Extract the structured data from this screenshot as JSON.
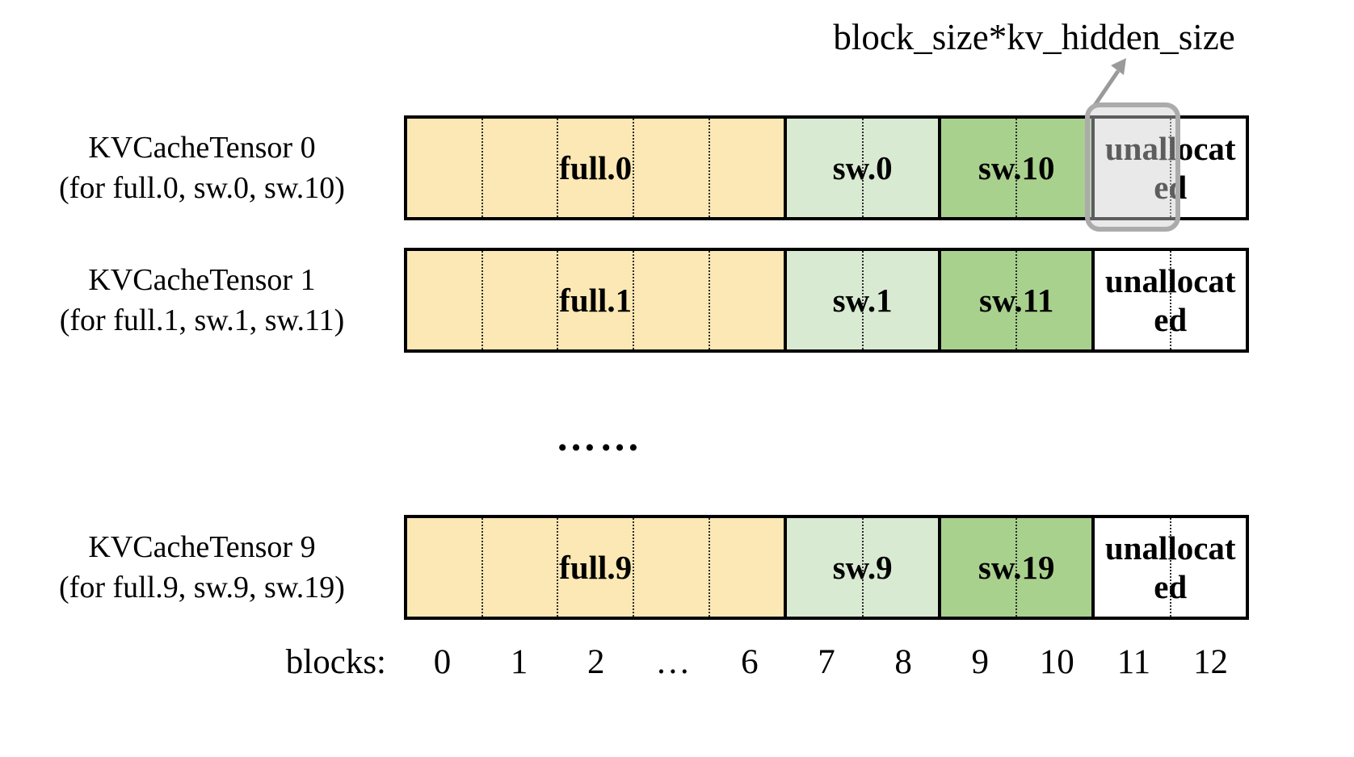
{
  "annotation": {
    "label": "block_size*kv_hidden_size"
  },
  "rows": [
    {
      "title_line1": "KVCacheTensor 0",
      "title_line2": "(for full.0, sw.0, sw.10)",
      "segments": [
        {
          "label": "full.0"
        },
        {
          "label": "sw.0"
        },
        {
          "label": "sw.10"
        },
        {
          "label": "unallocated"
        }
      ]
    },
    {
      "title_line1": "KVCacheTensor 1",
      "title_line2": "(for full.1, sw.1, sw.11)",
      "segments": [
        {
          "label": "full.1"
        },
        {
          "label": "sw.1"
        },
        {
          "label": "sw.11"
        },
        {
          "label": "unallocated"
        }
      ]
    },
    {
      "title_line1": "KVCacheTensor 9",
      "title_line2": "(for full.9, sw.9, sw.19)",
      "segments": [
        {
          "label": "full.9"
        },
        {
          "label": "sw.9"
        },
        {
          "label": "sw.19"
        },
        {
          "label": "unallocated"
        }
      ]
    }
  ],
  "ellipsis": "……",
  "axis": {
    "label": "blocks:",
    "ticks": [
      "0",
      "1",
      "2",
      "…",
      "6",
      "7",
      "8",
      "9",
      "10",
      "11",
      "12"
    ]
  },
  "colors": {
    "full_block": "#FCE8B4",
    "sw_light_block": "#D9EAD3",
    "sw_dark_block": "#A9D18E",
    "unallocated_block": "#FFFFFF",
    "border": "#000000",
    "highlight": "#ABABAB"
  }
}
